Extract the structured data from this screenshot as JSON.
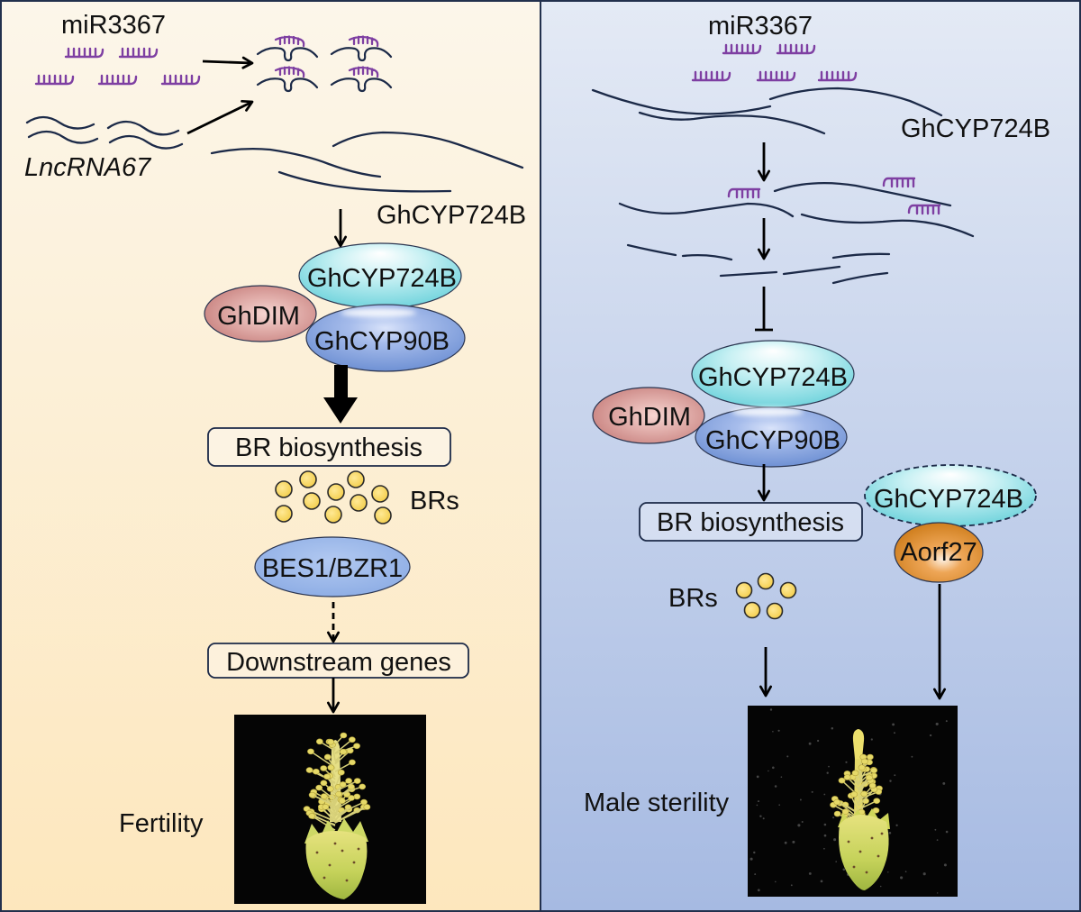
{
  "colors": {
    "left_bg_top": "#fcf6ea",
    "left_bg_bottom": "#fde7bd",
    "right_bg_top": "#e4eaf5",
    "right_bg_bottom": "#a6bae2",
    "mirna": "#7e3fa2",
    "rna": "#1c2a48",
    "ghcyp724b": "#6fd3dc",
    "ghdim": "#c98380",
    "ghcyp90b": "#6f91d4",
    "bes1_bzr1": "#8cacE4",
    "aorf27": "#d07f1e",
    "brs": "#f2cb45"
  },
  "left_panel": {
    "mirna_label": "miR3367",
    "lncrna_label": "LncRNA67",
    "mrna_label": "GhCYP724B",
    "complex": {
      "ghcyp724b": "GhCYP724B",
      "ghdim": "GhDIM",
      "ghcyp90b": "GhCYP90B"
    },
    "br_biosynthesis": "BR biosynthesis",
    "brs_label": "BRs",
    "transcription_factor": "BES1/BZR1",
    "downstream_genes": "Downstream genes",
    "phenotype": "Fertility"
  },
  "right_panel": {
    "mirna_label": "miR3367",
    "mrna_label": "GhCYP724B",
    "complex": {
      "ghcyp724b": "GhCYP724B",
      "ghdim": "GhDIM",
      "ghcyp90b": "GhCYP90B"
    },
    "br_biosynthesis": "BR biosynthesis",
    "interaction": {
      "ghcyp724b": "GhCYP724B",
      "aorf27": "Aorf27"
    },
    "brs_label": "BRs",
    "phenotype": "Male sterility"
  }
}
